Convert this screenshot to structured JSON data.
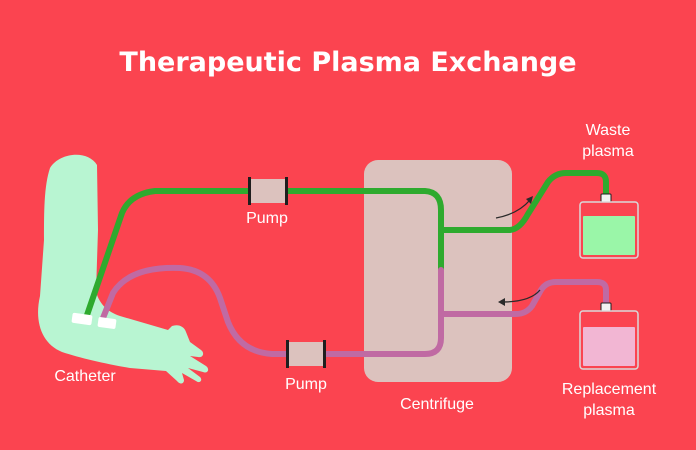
{
  "title": "Therapeutic Plasma Exchange",
  "labels": {
    "pump_top": "Pump",
    "pump_bottom": "Pump",
    "catheter": "Catheter",
    "centrifuge": "Centrifuge",
    "waste_line1": "Waste",
    "waste_line2": "plasma",
    "replacement_line1": "Replacement",
    "replacement_line2": "plasma"
  },
  "colors": {
    "background": "#FB4450",
    "blood_line": "#2EAA2E",
    "return_line": "#C06AA3",
    "arm": "#B8F5D2",
    "centrifuge": "#DCC2BE",
    "pump": "#DCC2BE",
    "waste_fluid": "#9AF6A8",
    "replacement_fluid": "#F2B6D3"
  }
}
